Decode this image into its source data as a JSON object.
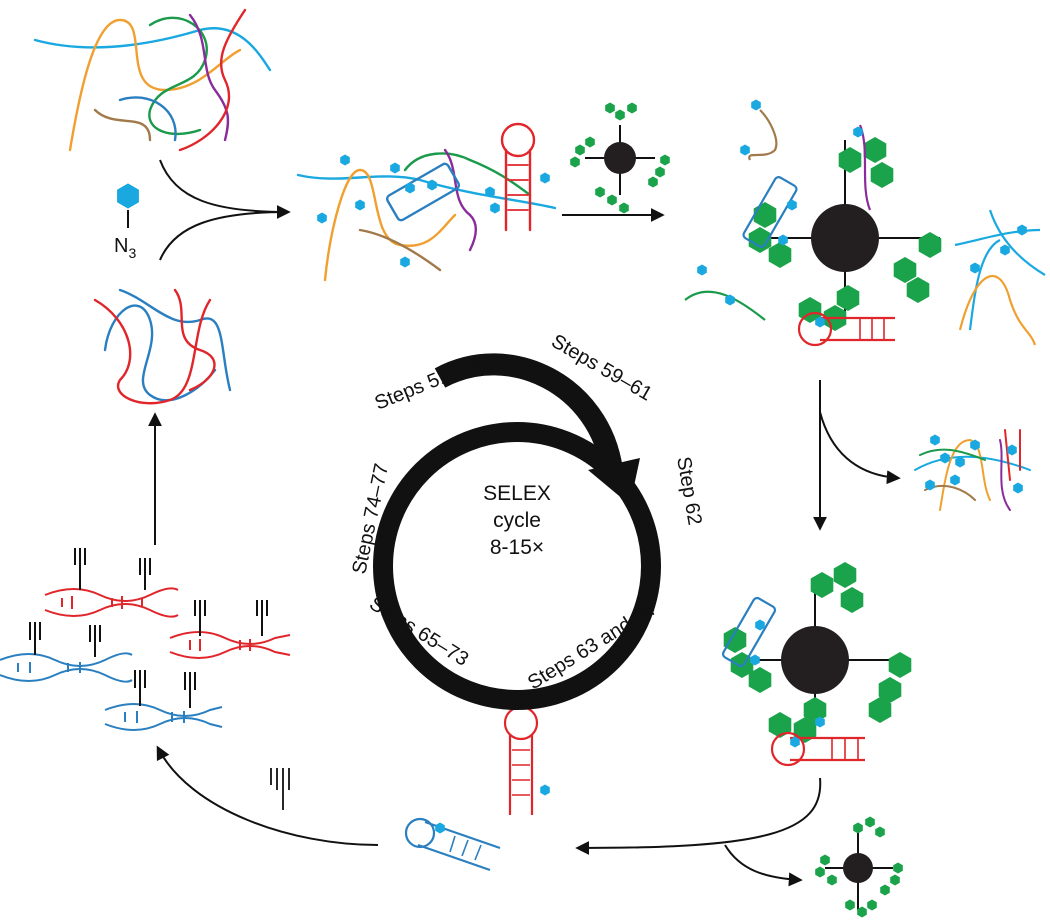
{
  "reagent": {
    "label": "N",
    "subscript": "3"
  },
  "cycle": {
    "center_line1": "SELEX",
    "center_line2": "cycle",
    "center_line3": "8-15×"
  },
  "steps": {
    "s51": "Steps 51–54",
    "s59": "Steps 59–61",
    "s62": "Step 62",
    "s63": "Steps 63 and 64",
    "s65": "Steps 65–73",
    "s74": "Steps 74–77"
  },
  "colors": {
    "azide": "#1aa8e0",
    "bead": "#231f20",
    "protein": "#1aa34a",
    "strand_blue": "#2a7fc0",
    "strand_red": "#e0262b",
    "strand_orange": "#f0a030",
    "strand_green": "#1a9a4a",
    "strand_purple": "#8a2c9a",
    "strand_brown": "#a07a4a"
  }
}
